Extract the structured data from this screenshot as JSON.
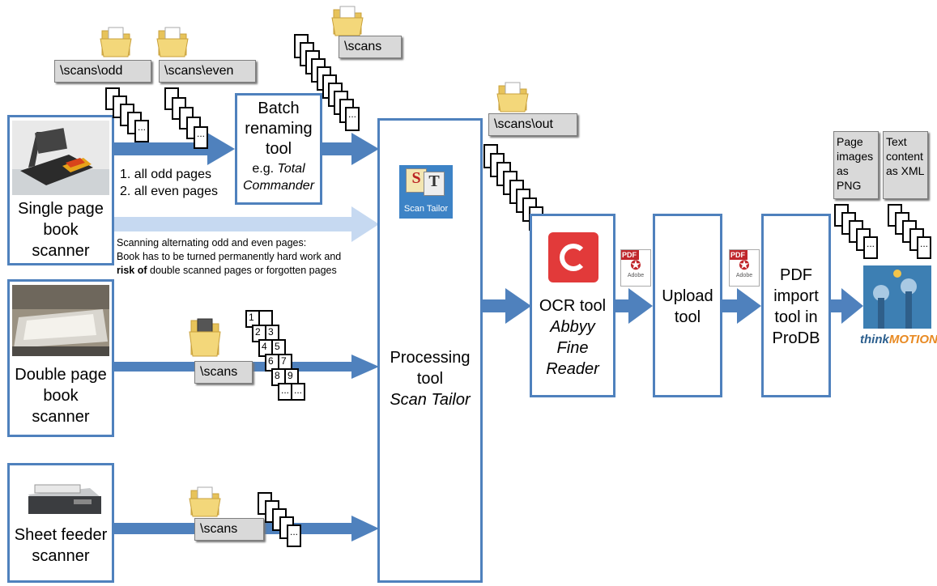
{
  "scanners": {
    "single": "Single page book scanner",
    "double": "Double page book scanner",
    "sheet": "Sheet feeder scanner"
  },
  "folders": {
    "odd": "\\scans\\odd",
    "even": "\\scans\\even",
    "scans_top": "\\scans",
    "out": "\\scans\\out",
    "scans_double": "\\scans",
    "scans_sheet": "\\scans"
  },
  "batch": {
    "line1": "Batch",
    "line2": "renaming",
    "line3": "tool",
    "prefix": "e.g. ",
    "example1": "Total",
    "example2": "Commander"
  },
  "steps": {
    "odd": "1. all odd pages",
    "even": "2. all even pages"
  },
  "note": {
    "line1": "Scanning alternating odd and even pages:",
    "line2": "Book has to be turned permanently hard work and",
    "line3_bold": "risk of",
    "line3_rest": " double scanned pages or forgotten pages"
  },
  "processing": {
    "title1": "Processing",
    "title2": "tool",
    "name": "Scan Tailor",
    "icon_caption": "Scan Tailor",
    "icon_letters": [
      "S",
      "T"
    ]
  },
  "ocr": {
    "title": "OCR tool",
    "name1": "Abbyy",
    "name2": "Fine",
    "name3": "Reader"
  },
  "upload": {
    "line1": "Upload",
    "line2": "tool"
  },
  "pdfimport": {
    "line1": "PDF",
    "line2": "import",
    "line3": "tool in",
    "line4": "ProDB"
  },
  "outputs": {
    "page_images": [
      "Page",
      "images",
      "as PNG"
    ],
    "text_content": [
      "Text",
      "content",
      "as XML"
    ]
  },
  "pdf_icon_label": "PDF",
  "pdf_icon_sub": "Adobe",
  "logo": {
    "think": "think",
    "motion": "MOTION"
  },
  "ellipsis": "...",
  "page_pairs": [
    [
      "1",
      ""
    ],
    [
      "2",
      "3"
    ],
    [
      "4",
      "5"
    ],
    [
      "6",
      "7"
    ],
    [
      "8",
      "9"
    ],
    [
      "...",
      "..."
    ]
  ],
  "colors": {
    "box_border": "#4f81bd",
    "arrow": "#4f81bd",
    "arrow_light": "#c6d9f1",
    "label_bg": "#d9d9d9"
  }
}
